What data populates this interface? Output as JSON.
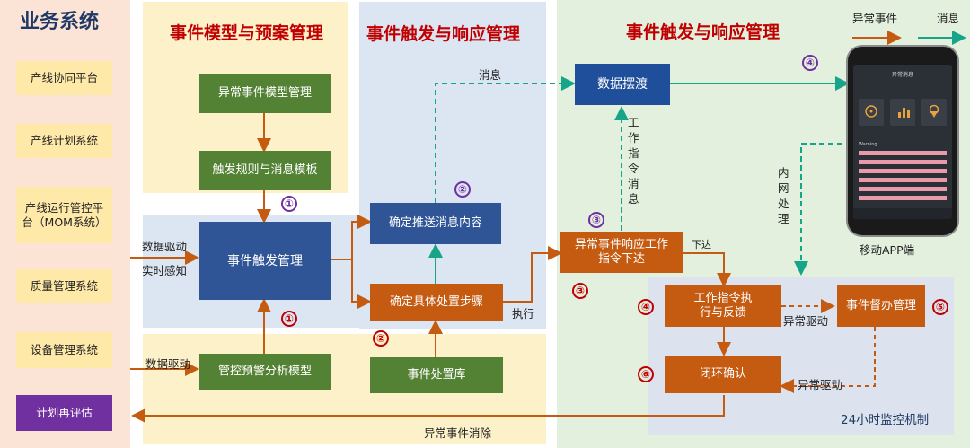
{
  "sidebar": {
    "title": "业务系统",
    "items": [
      "产线协同平台",
      "产线计划系统",
      "产线运行管控平台（MOM系统）",
      "质量管理系统",
      "设备管理系统"
    ],
    "final_item": "计划再评估"
  },
  "titles": {
    "model": "事件模型与预案管理",
    "trigger1": "事件触发与响应管理",
    "trigger2": "事件触发与响应管理"
  },
  "legend": {
    "abnormal": "异常事件",
    "message": "消息"
  },
  "boxes": {
    "model_mgmt": "异常事件模型管理",
    "trigger_rules": "触发规则与消息模板",
    "event_trigger": "事件触发管理",
    "warning_model": "管控预警分析模型",
    "push_content": "确定推送消息内容",
    "steps": "确定具体处置步骤",
    "library": "事件处置库",
    "data_ferry": "数据摆渡",
    "response": "异常事件响应工作指令下达",
    "execution": "工作指令执行与反馈",
    "supervise": "事件督办管理",
    "closure": "闭环确认"
  },
  "labels": {
    "data_driven": "数据驱动",
    "realtime": "实时感知",
    "data_driven2": "数据驱动",
    "message": "消息",
    "execute": "执行",
    "work_instruction_msg": "工作指令消息",
    "issue": "下达",
    "intranet": "内网处理",
    "abnormal_drive1": "异常驱动",
    "abnormal_drive2": "异常驱动",
    "monitor": "24小时监控机制",
    "eliminate": "异常事件消除",
    "mobile": "移动APP端"
  },
  "numbers": [
    "①",
    "②",
    "③",
    "④",
    "⑤",
    "⑥"
  ],
  "phone": {
    "header": "异常消息",
    "section": "Warning"
  },
  "colors": {
    "green": "#548235",
    "blue": "#2F5597",
    "orange": "#C55A11",
    "teal": "#17A589",
    "red_title": "#C00000",
    "purple": "#7030A0"
  }
}
